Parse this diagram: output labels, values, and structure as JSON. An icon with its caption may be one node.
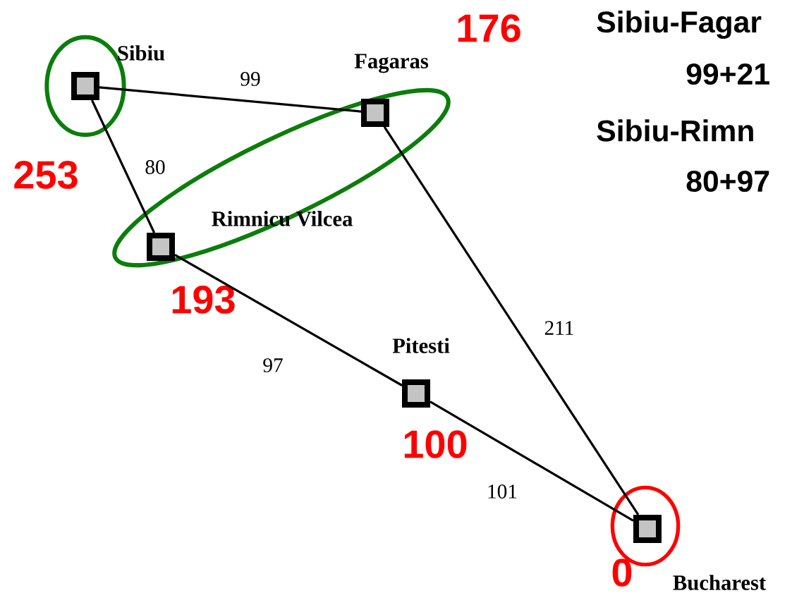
{
  "diagram": {
    "nodes": [
      {
        "text": [
          "Sibiu"
        ],
        "beside": [
          "253"
        ]
      },
      {
        "text": [
          "Fagaras"
        ],
        "beside": [
          "176"
        ]
      },
      {
        "text": [
          "Rimnicu Vilcea"
        ],
        "beside": [
          "193"
        ]
      },
      {
        "text": [
          "Pitesti"
        ],
        "beside": [
          "100"
        ]
      },
      {
        "text": [
          "Bucharest"
        ],
        "beside": [
          "0"
        ]
      }
    ],
    "edges": [
      {
        "from": 0,
        "to": 1,
        "arrow": "none",
        "label": "99"
      },
      {
        "from": 0,
        "to": 2,
        "arrow": "none",
        "label": "80"
      },
      {
        "from": 1,
        "to": 4,
        "arrow": "none",
        "label": "211"
      },
      {
        "from": 2,
        "to": 3,
        "arrow": "none",
        "label": "97"
      },
      {
        "from": 3,
        "to": 4,
        "arrow": "none",
        "label": "101"
      }
    ],
    "labels": [
      "Sibiu-Fagar",
      "99+21",
      "Sibiu-Rimn",
      "80+97"
    ]
  }
}
